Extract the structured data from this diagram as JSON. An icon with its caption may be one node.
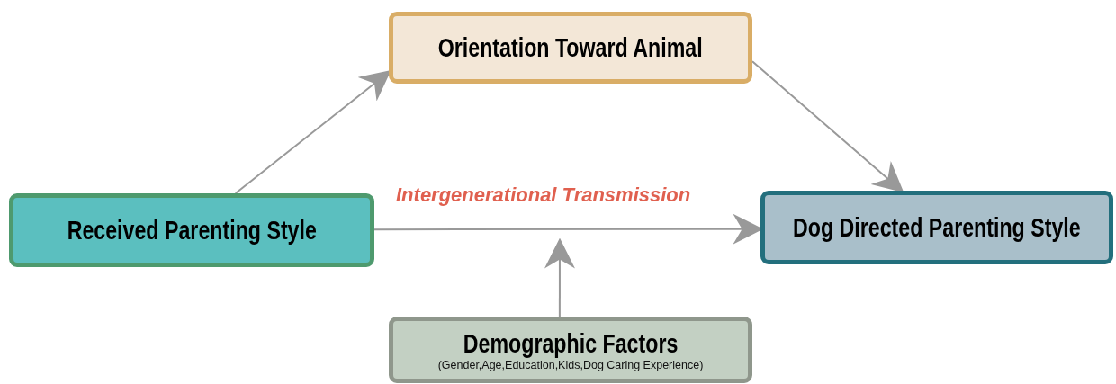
{
  "diagram": {
    "nodes": [
      {
        "text": [
          "Orientation Toward Animal"
        ]
      },
      {
        "text": [
          "Received Parenting Style"
        ]
      },
      {
        "text": [
          "Dog Directed Parenting Style"
        ]
      },
      {
        "text": [
          "Demographic Factors",
          "(Gender,Age,Education,Kids,Dog Caring Experience)"
        ]
      }
    ],
    "edges": [
      {
        "from": 1,
        "to": 0,
        "arrow": "to"
      },
      {
        "from": 0,
        "to": 2,
        "arrow": "to"
      },
      {
        "from": 1,
        "to": 2,
        "arrow": "to",
        "label": "Intergenerational Transmission"
      },
      {
        "from": 3,
        "to": null,
        "arrow": "to"
      }
    ]
  }
}
